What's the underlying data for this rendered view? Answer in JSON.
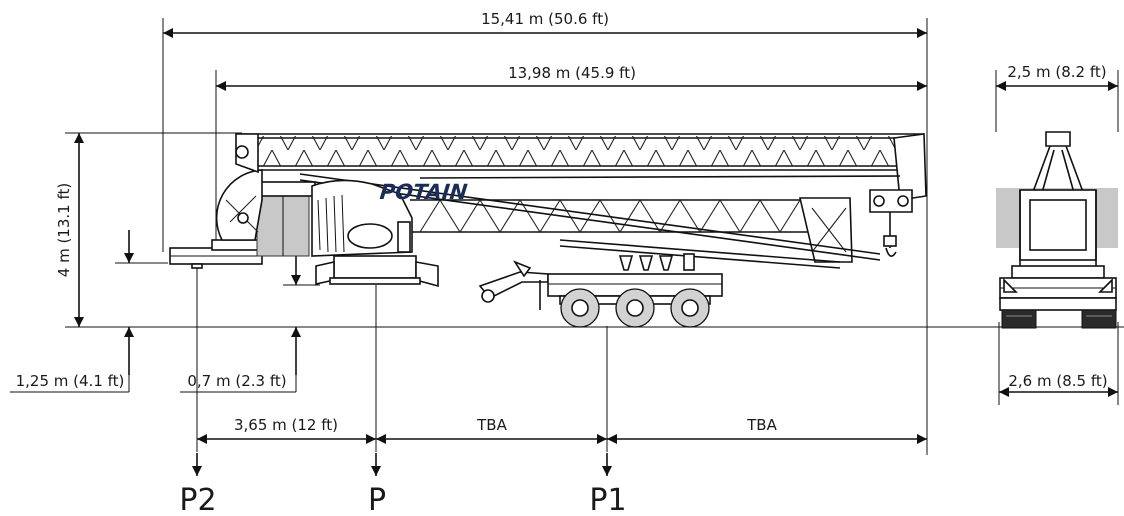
{
  "dimensions": {
    "overall_length": "15,41 m (50.6 ft)",
    "jib_length": "13,98 m (45.9 ft)",
    "top_width": "2,5 m (8.2 ft)",
    "height": "4 m (13.1 ft)",
    "left_rear_height": "1,25 m (4.1 ft)",
    "outrigger_height": "0,7 m (2.3 ft)",
    "p2_to_p": "3,65 m (12 ft)",
    "p_to_p1": "TBA",
    "p1_to_tip": "TBA",
    "bottom_width": "2,6 m (8.5 ft)"
  },
  "loads": {
    "p2": "P2",
    "p": "P",
    "p1": "P1"
  },
  "brand": "POTAIN"
}
